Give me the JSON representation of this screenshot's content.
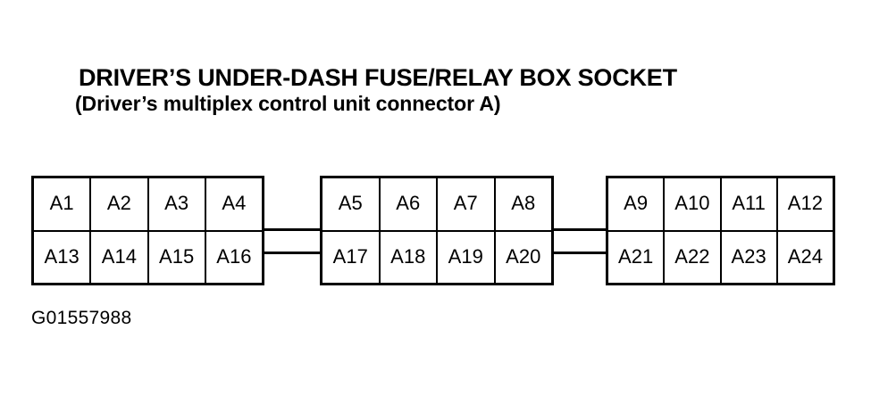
{
  "title": {
    "main": "DRIVER’S UNDER-DASH FUSE/RELAY BOX SOCKET",
    "sub": "(Driver’s multiplex control unit connector A)"
  },
  "caption": "G01557988",
  "colors": {
    "line": "#000000",
    "background": "#ffffff",
    "text": "#000000"
  },
  "connector": {
    "total_pins": 24,
    "blocks": [
      {
        "id": "block-1",
        "top_row": [
          "A1",
          "A2",
          "A3",
          "A4"
        ],
        "bottom_row": [
          "A13",
          "A14",
          "A15",
          "A16"
        ]
      },
      {
        "id": "block-2",
        "top_row": [
          "A5",
          "A6",
          "A7",
          "A8"
        ],
        "bottom_row": [
          "A17",
          "A18",
          "A19",
          "A20"
        ]
      },
      {
        "id": "block-3",
        "top_row": [
          "A9",
          "A10",
          "A11",
          "A12"
        ],
        "bottom_row": [
          "A21",
          "A22",
          "A23",
          "A24"
        ]
      }
    ]
  }
}
